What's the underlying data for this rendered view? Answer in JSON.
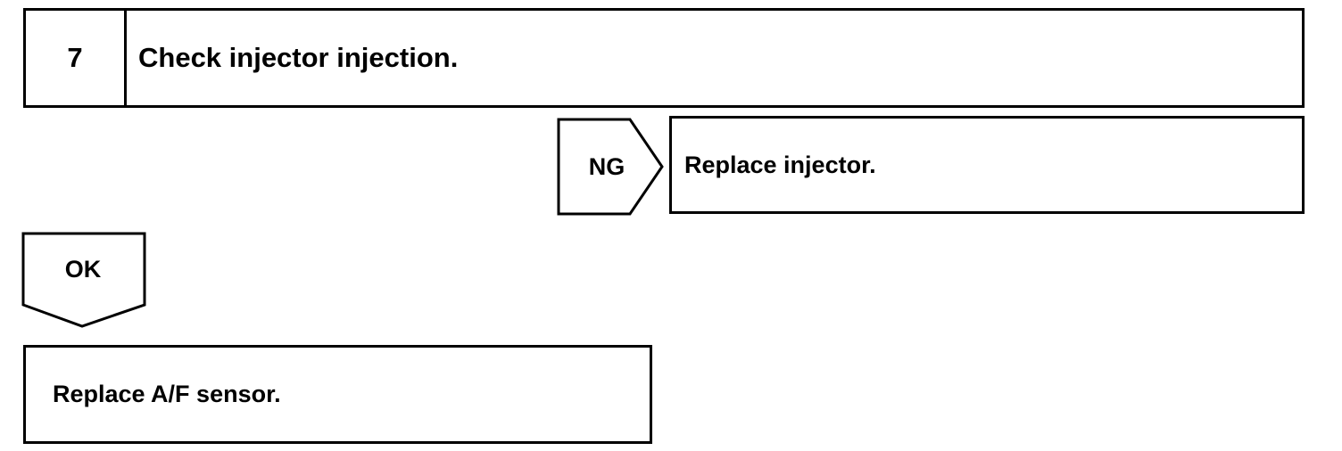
{
  "step": {
    "number": "7",
    "title": "Check injector injection."
  },
  "ng_branch": {
    "label": "NG",
    "action": "Replace injector."
  },
  "ok_branch": {
    "label": "OK",
    "action": "Replace A/F sensor."
  }
}
